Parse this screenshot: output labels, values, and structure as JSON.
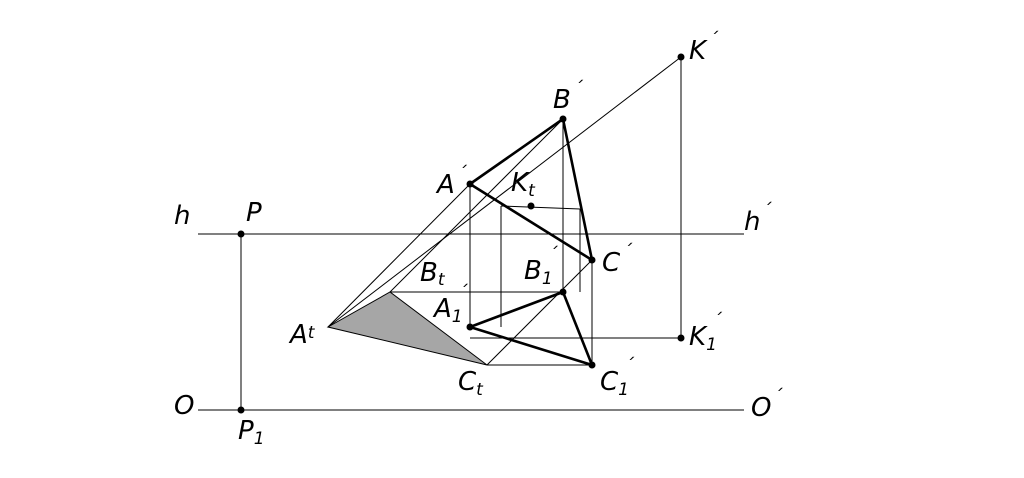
{
  "colors": {
    "line": "#000000",
    "fill": "#a6a6a6",
    "background": "#ffffff"
  },
  "labels": {
    "h": "h",
    "h_prime": {
      "base": "h",
      "mark": "´"
    },
    "P": "P",
    "P1": {
      "base": "P",
      "sub": "1"
    },
    "O": "O",
    "O_prime": {
      "base": "O",
      "mark": "´"
    },
    "K_prime": {
      "base": "K",
      "mark": "´"
    },
    "K1_prime": {
      "base": "K",
      "sub": "1",
      "mark": "´"
    },
    "Kt": {
      "base": "K",
      "sub": "t"
    },
    "B_prime": {
      "base": "B",
      "mark": "´"
    },
    "A_prime": {
      "base": "A",
      "mark": "´"
    },
    "C_prime": {
      "base": "C",
      "mark": "´"
    },
    "Bt": {
      "base": "B",
      "sub": "t"
    },
    "B1_prime": {
      "base": "B",
      "sub": "1",
      "mark": "´"
    },
    "A1_prime": {
      "base": "A",
      "sub": "1",
      "mark": "´"
    },
    "At": {
      "base": "A",
      "sub": "t"
    },
    "Ct": {
      "base": "C",
      "sub": "t"
    },
    "C1_prime": {
      "base": "C",
      "sub": "1",
      "mark": "´"
    }
  }
}
